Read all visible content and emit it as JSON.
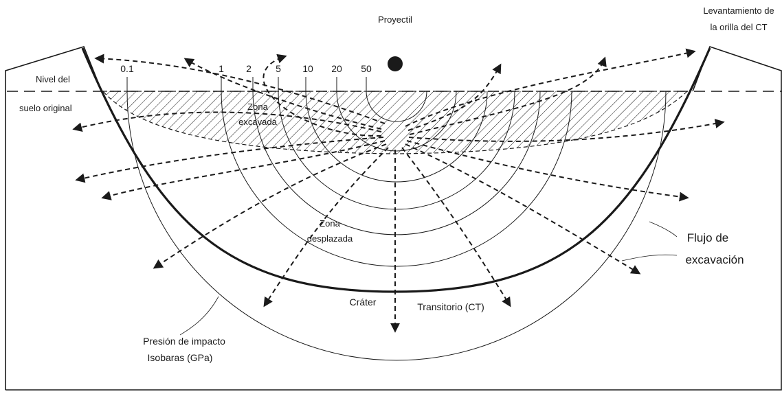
{
  "diagram": {
    "projectile_label": "Proyectil",
    "rim_uplift_label_line1": "Levantamiento de",
    "rim_uplift_label_line2": "la orilla del CT",
    "ground_label_line1": "Nivel del",
    "ground_label_line2": "suelo original",
    "excavated_zone_line1": "Zona",
    "excavated_zone_line2": "excavada",
    "displaced_zone_line1": "Zona",
    "displaced_zone_line2": "desplazada",
    "crater_label_left": "Cráter",
    "crater_label_right": "Transitorio (CT)",
    "flow_label_line1": "Flujo de",
    "flow_label_line2": "excavación",
    "isobar_label_line1": "Presión de impacto",
    "isobar_label_line2": "Isobaras (GPa)",
    "isobar_values": [
      "0.1",
      "1",
      "2",
      "5",
      "10",
      "20",
      "50"
    ]
  },
  "colors": {
    "line": "#1a1a1a",
    "background": "#ffffff"
  }
}
